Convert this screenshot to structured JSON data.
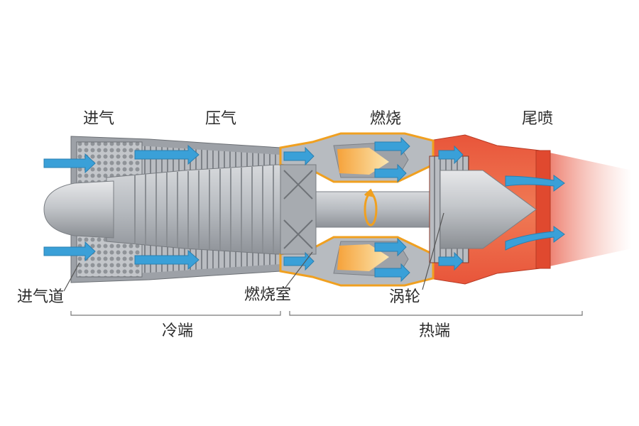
{
  "stages": {
    "intake": "进气",
    "compression": "压气",
    "combustion": "燃烧",
    "exhaust": "尾喷"
  },
  "callouts": {
    "inlet": "进气道",
    "combustor": "燃烧室",
    "turbine": "涡轮"
  },
  "sections": {
    "cold": "冷端",
    "hot": "热端"
  },
  "colors": {
    "airflow": "#3aa0d8",
    "hot_section": "#e8553a",
    "combustor_outline": "#f0a020",
    "metal": "#a9adb3"
  }
}
